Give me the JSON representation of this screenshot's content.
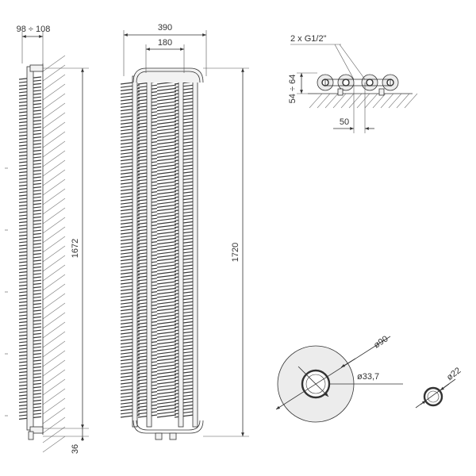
{
  "dimensions": {
    "depth": "98 ÷ 108",
    "width": "390",
    "inner_width": "180",
    "connections": "2 x G1/2\"",
    "wall_distance": "54 ÷ 64",
    "pipe_offset": "50",
    "height_axis": "1672",
    "height_total": "1720",
    "bottom_offset": "36",
    "fin_diameter": "ø90",
    "tube_diameter": "ø33,7",
    "small_diameter": "ø22"
  }
}
